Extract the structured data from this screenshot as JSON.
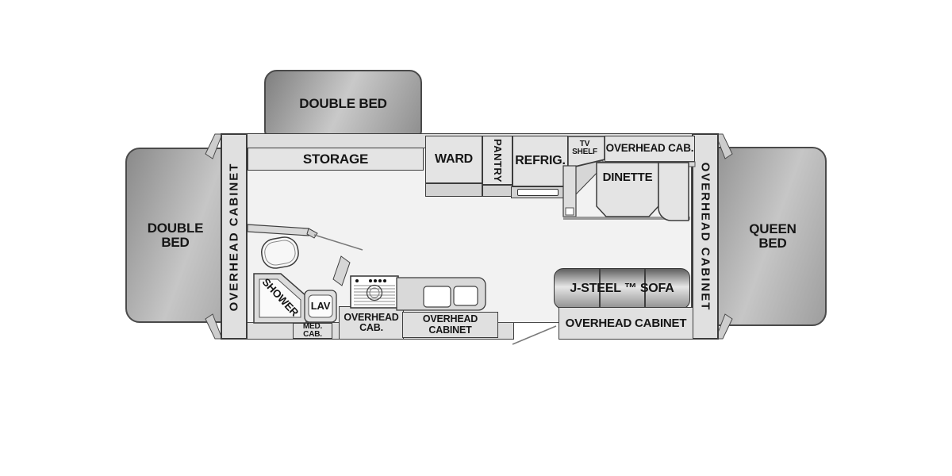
{
  "colors": {
    "outline": "#3c3c3c",
    "wall": "#e0e0e0",
    "wall_dark": "#d2d2d2",
    "floor": "#f2f2f2",
    "bed_dark": "#858585",
    "bed_light": "#cfcfcf",
    "sofa_dark": "#5f5f5f",
    "sofa_light": "#e6e6e6",
    "text": "#161616",
    "white": "#ffffff",
    "swing_line": "#7a7a7a"
  },
  "beds": {
    "front": {
      "label": "DOUBLE BED"
    },
    "street_side": {
      "label": "DOUBLE\nBED"
    },
    "rear": {
      "label": "QUEEN\nBED"
    }
  },
  "galley": {
    "storage": "STORAGE",
    "wardrobe": "WARD",
    "pantry": "PANTRY",
    "refrigerator": "REFRIG.",
    "tv_shelf": "TV\nSHELF",
    "stove_overhead_cab": "OVERHEAD\nCAB.",
    "sink_overhead_cabinet": "OVERHEAD CABINET"
  },
  "dinette": {
    "label": "DINETTE",
    "overhead_cab": "OVERHEAD CAB."
  },
  "sofa": {
    "label": "J-STEEL ™ SOFA",
    "overhead_cabinet": "OVERHEAD CABINET"
  },
  "bathroom": {
    "shower": "SHOWER",
    "lavatory": "LAV",
    "medicine_cabinet": "MED. CAB."
  },
  "cabinets": {
    "left_overhead": "OVERHEAD CABINET",
    "right_overhead": "OVERHEAD CABINET"
  }
}
